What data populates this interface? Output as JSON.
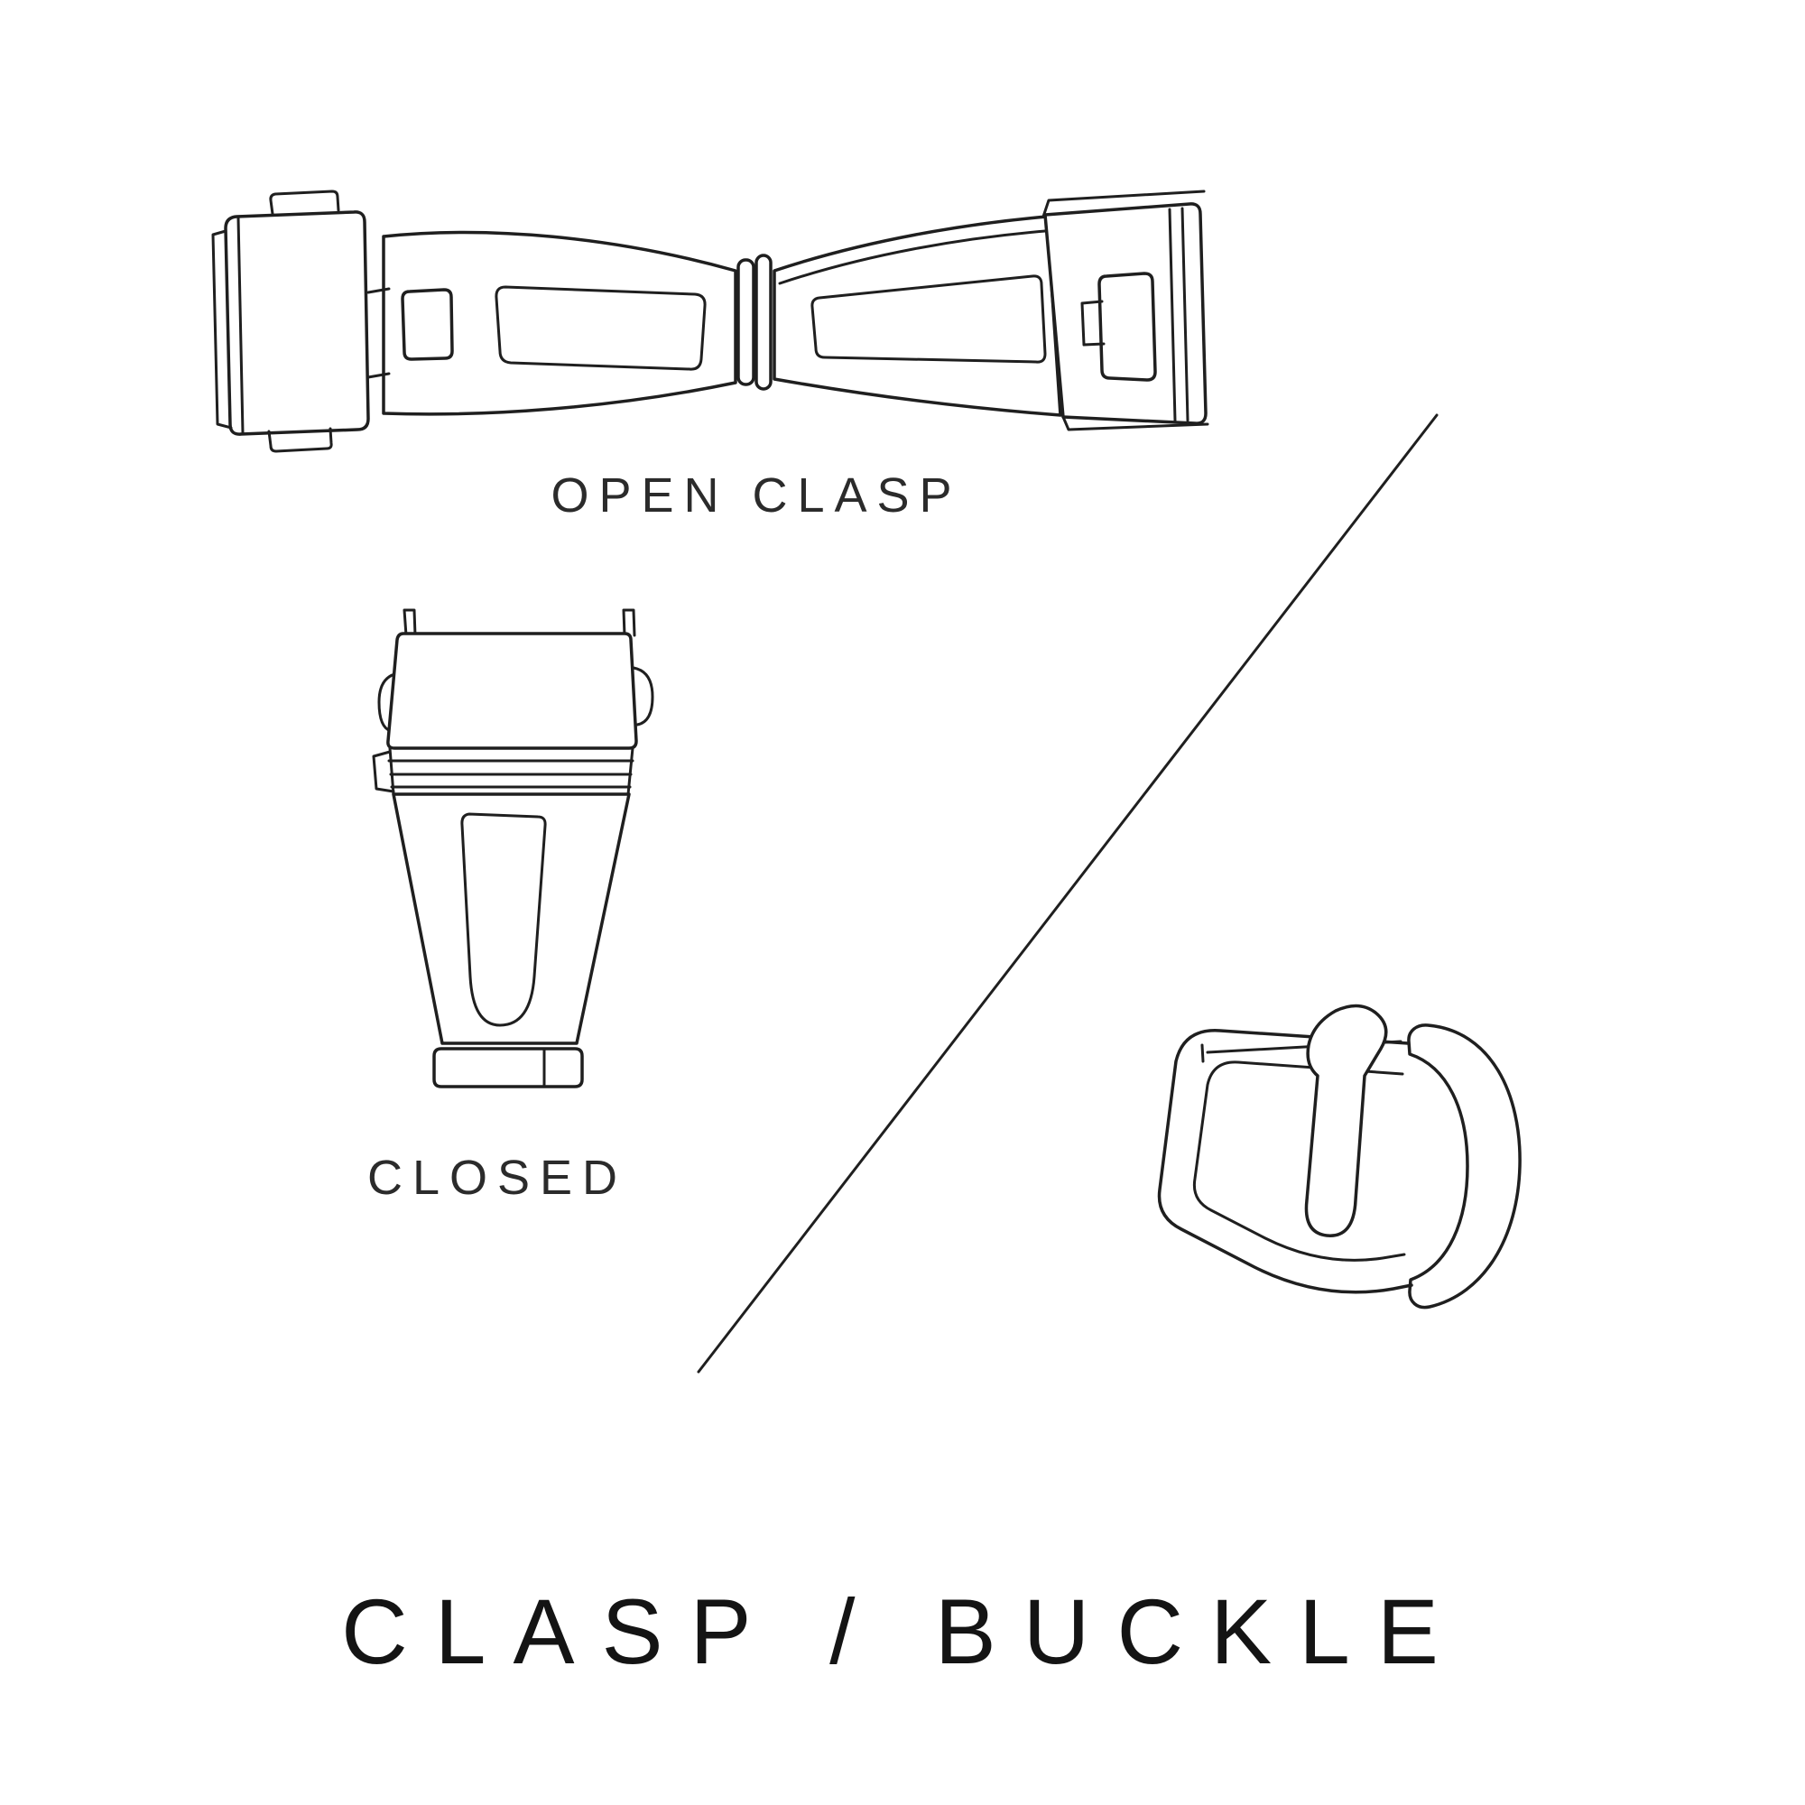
{
  "colors": {
    "background": "#ffffff",
    "line": "#1f1f1f",
    "text": "#222222"
  },
  "labels": {
    "open_clasp": "OPEN CLASP",
    "closed": "CLOSED"
  },
  "title": "CLASP / BUCKLE"
}
